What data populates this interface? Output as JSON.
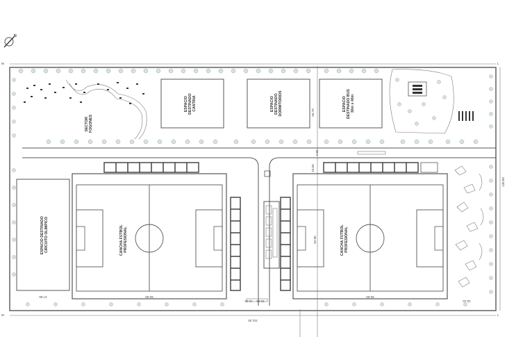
{
  "north": {
    "icon": "north-arrow-icon",
    "letter": "N"
  },
  "blocks": {
    "cantina": [
      "ESPACIO",
      "DESTINADO",
      "CANTINA"
    ],
    "dormitorios": [
      "ESPACIO",
      "DESTINADO",
      "DORMITORIOS"
    ],
    "bus": [
      "ESPACIO",
      "DESTINADO BUS",
      "30m x 40m"
    ],
    "fogones": [
      "SECTOR",
      "FOGONES"
    ],
    "olimpico": [
      "ESPACIO DESTINADO",
      "CIRCUITO OLIMPICO"
    ],
    "cancha_left": [
      "CANCHA FÚTBOL",
      "PROFESIONAL"
    ],
    "cancha_right": [
      "CANCHA FÚTBOL",
      "PROFESIONAL"
    ]
  },
  "dims": {
    "d_5070": "50.70",
    "d_1050": "10.50",
    "d_760": "7.60",
    "d_9400_left": "94.00",
    "d_9400_right": "94.00",
    "d_2755": "27.55",
    "d_6200": "62.00",
    "d_2000": "20.00",
    "d_4405": "44.05",
    "d_2010": "20.10",
    "d_13000": "130.00",
    "d_31130": "311.30"
  },
  "marks": {
    "tl": "M",
    "tr": "L",
    "bl": "M",
    "br": "L"
  },
  "colors": {
    "line": "#555555",
    "tree": "#bfcfc6",
    "paper": "#ffffff"
  }
}
